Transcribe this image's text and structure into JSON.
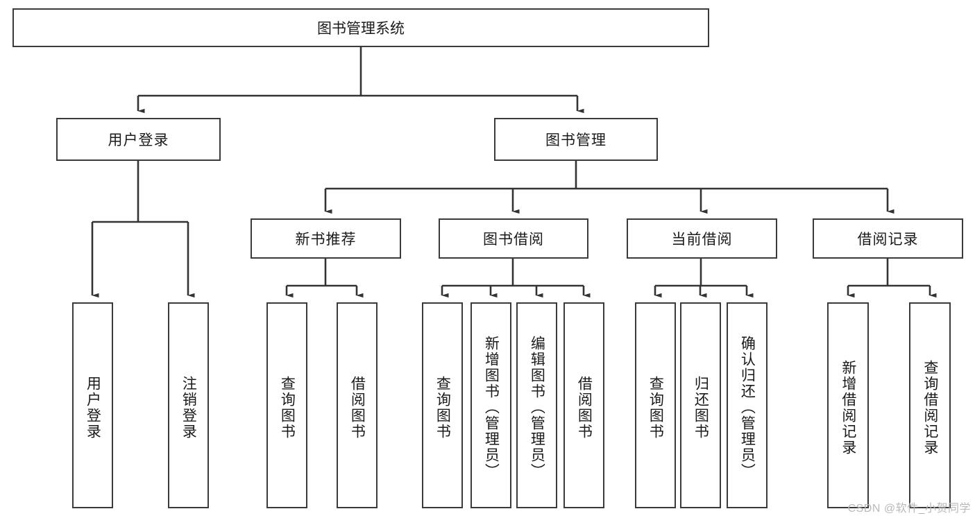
{
  "diagram": {
    "title": "图书管理系统",
    "type": "tree-hierarchy-diagram",
    "root": {
      "id": "root",
      "label": "图书管理系统"
    },
    "level2": [
      {
        "id": "user-login",
        "label": "用户登录"
      },
      {
        "id": "book-manage",
        "label": "图书管理"
      }
    ],
    "level3": [
      {
        "id": "new-book-rec",
        "label": "新书推荐"
      },
      {
        "id": "book-borrow",
        "label": "图书借阅"
      },
      {
        "id": "current-borrow",
        "label": "当前借阅"
      },
      {
        "id": "borrow-record",
        "label": "借阅记录"
      }
    ],
    "leaves": [
      {
        "id": "leaf-user-login",
        "label": "用户登录"
      },
      {
        "id": "leaf-logout-login",
        "label": "注销登录"
      },
      {
        "id": "leaf-query-book-1",
        "label": "查询图书"
      },
      {
        "id": "leaf-borrow-book-1",
        "label": "借阅图书"
      },
      {
        "id": "leaf-query-book-2",
        "label": "查询图书"
      },
      {
        "id": "leaf-add-book-admin",
        "label": "新增图书（管理员）"
      },
      {
        "id": "leaf-edit-book-admin",
        "label": "编辑图书（管理员）"
      },
      {
        "id": "leaf-borrow-book-2",
        "label": "借阅图书"
      },
      {
        "id": "leaf-query-book-3",
        "label": "查询图书"
      },
      {
        "id": "leaf-return-book",
        "label": "归还图书"
      },
      {
        "id": "leaf-confirm-return-admin",
        "label": "确认归还（管理员）"
      },
      {
        "id": "leaf-add-borrow-record",
        "label": "新增借阅记录"
      },
      {
        "id": "leaf-query-borrow-record",
        "label": "查询借阅记录"
      }
    ],
    "watermark": "CSDN @软件_小贺同学",
    "colors": {
      "border": "#3a3a3a",
      "text": "#1a1a1a",
      "background": "#ffffff",
      "edge": "#333333",
      "watermark": "#b9b9b9"
    }
  }
}
